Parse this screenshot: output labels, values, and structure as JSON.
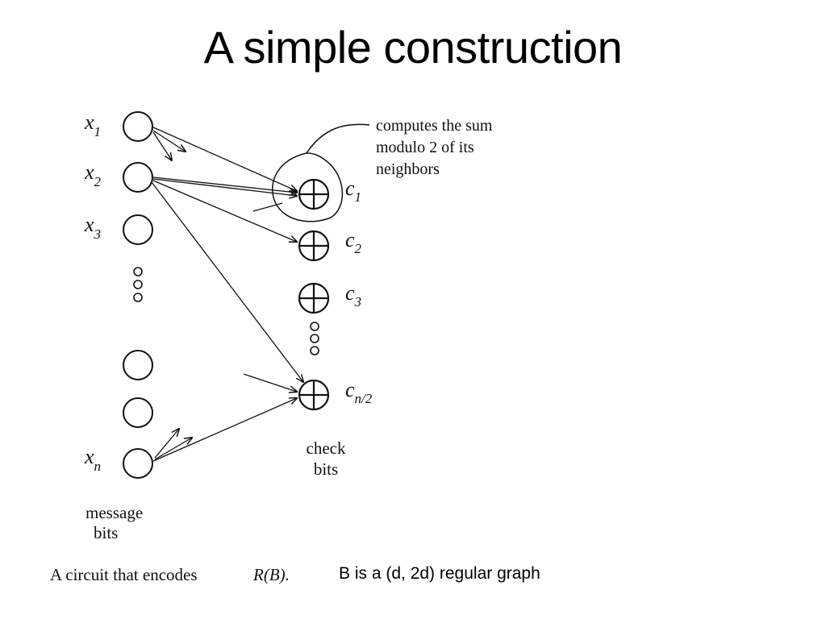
{
  "slide": {
    "title": "A simple construction",
    "note": "B is a (d, 2d) regular graph"
  },
  "figure": {
    "message_labels": [
      {
        "base": "x",
        "sub": "1"
      },
      {
        "base": "x",
        "sub": "2"
      },
      {
        "base": "x",
        "sub": "3"
      },
      {
        "base": "x",
        "sub": "n"
      }
    ],
    "check_labels": [
      {
        "base": "c",
        "sub": "1"
      },
      {
        "base": "c",
        "sub": "2"
      },
      {
        "base": "c",
        "sub": "3"
      },
      {
        "base": "c",
        "sub": "n/2"
      }
    ],
    "annotation": [
      "computes the sum",
      "modulo 2 of its",
      "neighbors"
    ],
    "check_bits_label": [
      "check",
      "bits"
    ],
    "message_bits_label": [
      "message",
      "bits"
    ],
    "caption_prefix": "A circuit that encodes",
    "caption_math": "R(B)."
  }
}
